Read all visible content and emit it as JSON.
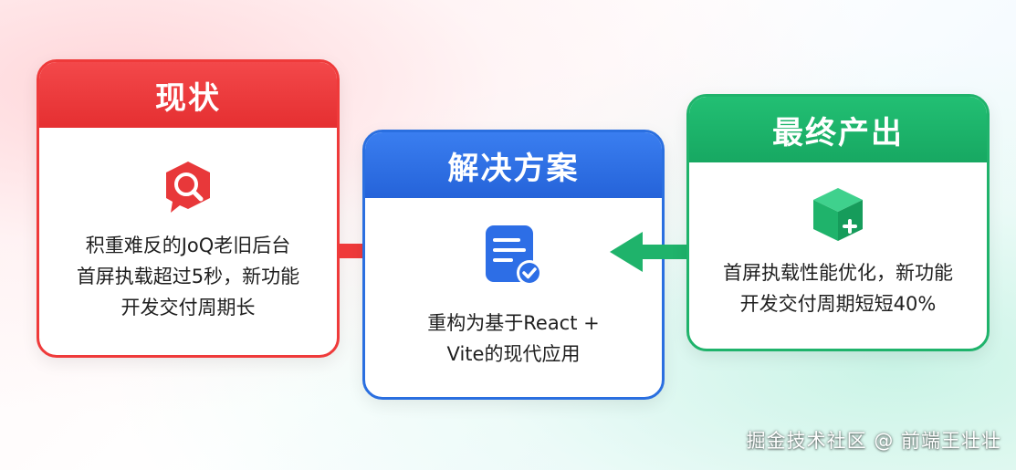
{
  "colors": {
    "status": "#ef3a3a",
    "solution": "#2a6fe0",
    "output": "#1fb36b"
  },
  "cards": {
    "status": {
      "title": "现状",
      "icon": "search-alert-icon",
      "text": "积重难反的JoQ老旧后台\n首屏执载超过5秒，新功能\n开发交付周期长"
    },
    "solution": {
      "title": "解决方案",
      "icon": "document-check-icon",
      "text": "重构为基于React +\nVite的现代应用"
    },
    "output": {
      "title": "最终产出",
      "icon": "box-plus-icon",
      "text": "首屏执载性能优化，新功能\n开发交付周期短短40%"
    }
  },
  "arrows": [
    {
      "from": "status",
      "to": "solution",
      "icon": "arrow-right-icon"
    },
    {
      "from": "output",
      "to": "solution",
      "icon": "arrow-left-icon"
    }
  ],
  "watermark": "掘金技术社区 @ 前端王壮壮"
}
